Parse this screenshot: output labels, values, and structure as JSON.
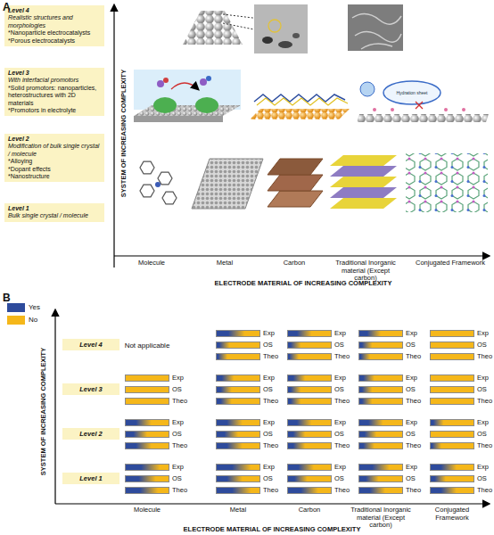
{
  "diagram": {
    "nodes": [
      {
        "text": [
          "Level 4",
          "Realistic structures and morphologies",
          "*Nanoparticle electrocatalysts",
          "*Porous electrocatalysts"
        ]
      },
      {
        "text": [
          "Level 3",
          "With interfacial promotors",
          "*Solid promotors: nanoparticles, heterostructures with 2D materials",
          "*Promotors in electrolyte"
        ]
      },
      {
        "text": [
          "Level 2",
          "Modification of bulk single crystal / molecule",
          "*Alloying",
          "*Dopant effects",
          "*Nanostructure"
        ]
      },
      {
        "text": [
          "Level 1",
          "Bulk single crystal / molecule"
        ]
      },
      {
        "text": [
          "Level 4"
        ]
      },
      {
        "text": [
          "Level 3"
        ]
      },
      {
        "text": [
          "Level 2"
        ]
      },
      {
        "text": [
          "Level 1"
        ]
      }
    ],
    "labels": [
      "A",
      "SYSTEM OF INCREASING COMPLEXITY",
      "Molecule",
      "Metal",
      "Carbon",
      "Traditional Inorganic material (Except carbon)",
      "Conjugated Framework",
      "ELECTRODE MATERIAL OF INCREASING COMPLEXITY",
      "Hydration sheet",
      "B",
      "SYSTEM OF INCREASING COMPLEXITY",
      "Not applicable",
      "Exp",
      "Exp",
      "Exp",
      "Exp",
      "OS",
      "OS",
      "OS",
      "OS",
      "Theo",
      "Theo",
      "Theo",
      "Theo",
      "Exp",
      "Exp",
      "Exp",
      "Exp",
      "Exp",
      "OS",
      "OS",
      "OS",
      "OS",
      "OS",
      "Theo",
      "Theo",
      "Theo",
      "Theo",
      "Theo",
      "Exp",
      "Exp",
      "Exp",
      "Exp",
      "Exp",
      "OS",
      "OS",
      "OS",
      "OS",
      "OS",
      "Theo",
      "Theo",
      "Theo",
      "Theo",
      "Theo",
      "Exp",
      "Exp",
      "Exp",
      "Exp",
      "Exp",
      "OS",
      "OS",
      "OS",
      "OS",
      "OS",
      "Theo",
      "Theo",
      "Theo",
      "Theo",
      "Theo",
      "Molecule",
      "Metal",
      "Carbon",
      "Traditional Inorganic material (Except carbon)",
      "Conjugated Framework",
      "ELECTRODE MATERIAL OF INCREASING COMPLEXITY"
    ],
    "legend": [
      {
        "text": "Yes",
        "color": "#2e4b9c"
      },
      {
        "text": "No",
        "color": "#f5b71a"
      }
    ]
  }
}
